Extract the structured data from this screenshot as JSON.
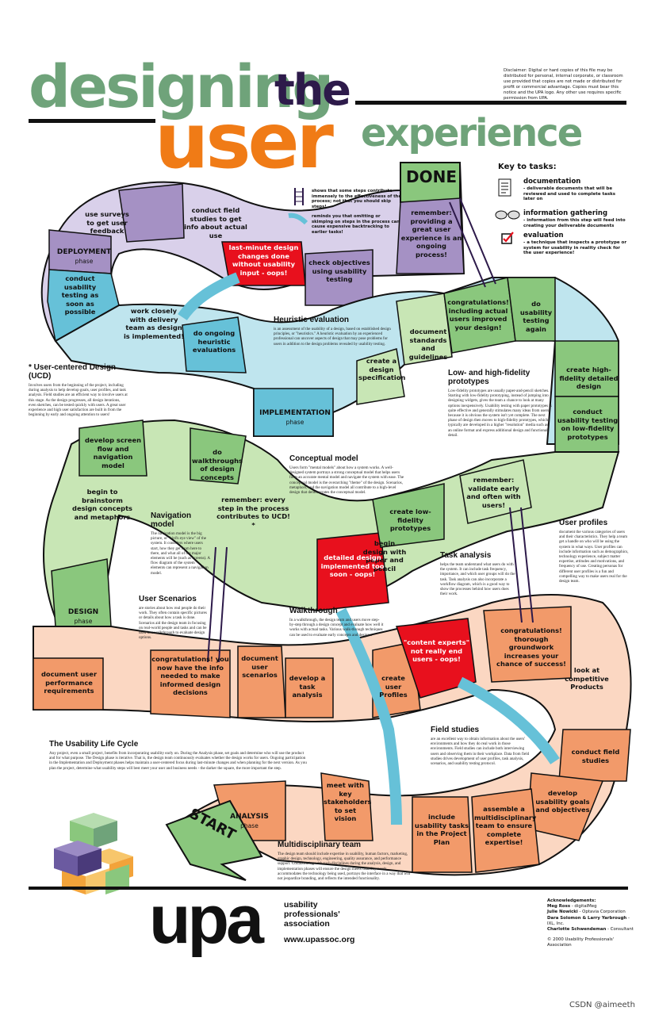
{
  "title": {
    "line1": "designing",
    "the": "the",
    "user": "user",
    "experience": "experience"
  },
  "disclaimer": "Disclaimer: Digital or hard copies of this file may be distributed for personal, internal corporate, or classroom use provided that copies are not made or distributed for profit or commercial advantage. Copies must bear this notice and the UPA logo. Any other use requires specific permission from UPA.",
  "legend": {
    "ladder": "shows that some steps contribute immensely to the effectiveness of the process; not that you should skip steps!",
    "slide": "reminds you that omitting or skimping on steps in the process can cause expensive backtracking to earlier tasks!"
  },
  "key": {
    "title": "Key to tasks:",
    "items": [
      {
        "label": "documentation",
        "desc": "- deliverable documents that will be reviewed and used to complete tasks later on",
        "icon": "document-icon"
      },
      {
        "label": "information gathering",
        "desc": "- information from this step will feed into creating your deliverable documents",
        "icon": "glasses-icon"
      },
      {
        "label": "evaluation",
        "desc": "- a technique that inspects a prototype or system for usability in reality check for the user experience!",
        "icon": "checkbox-icon"
      }
    ]
  },
  "squares": [
    {
      "id": "done",
      "text": "DONE"
    },
    {
      "id": "s1",
      "text": "remember: providing a great user experience is an ongoing process!"
    },
    {
      "id": "s2",
      "text": "check objectives using usability testing"
    },
    {
      "id": "s3",
      "text": "last-minute design changes done without usability input - oops!"
    },
    {
      "id": "s4",
      "text": "conduct field studies to get info about actual use"
    },
    {
      "id": "s5",
      "text": "use surveys to get user feedback"
    },
    {
      "id": "s6",
      "text": "conduct usability testing as soon as possible"
    },
    {
      "id": "s7",
      "text": "work closely with delivery team as design is implemented!"
    },
    {
      "id": "s8",
      "text": "do ongoing heuristic evaluations"
    },
    {
      "id": "s9",
      "text": "create a design specification"
    },
    {
      "id": "s10",
      "text": "document standards and guidelines"
    },
    {
      "id": "s11",
      "text": "congratulations! including actual users improved your design!"
    },
    {
      "id": "s12",
      "text": "do usability testing again"
    },
    {
      "id": "s13",
      "text": "create high-fidelity detailed design"
    },
    {
      "id": "s14",
      "text": "conduct usability testing on low-fidelity prototypes"
    },
    {
      "id": "s15",
      "text": "remember: validate early and often with users!"
    },
    {
      "id": "s16",
      "text": "create low-fidelity prototypes"
    },
    {
      "id": "s17",
      "text": "begin design with paper and pencil"
    },
    {
      "id": "s18",
      "text": "detailed design implemented too soon - oops!"
    },
    {
      "id": "s19",
      "text": "remember: every step in the process contributes to UCD! *"
    },
    {
      "id": "s20",
      "text": "do walkthroughs of design concepts"
    },
    {
      "id": "s21",
      "text": "develop screen flow and navigation model"
    },
    {
      "id": "s22",
      "text": "begin to brainstorm design concepts and metaphors"
    },
    {
      "id": "s23",
      "text": "document user performance requirements"
    },
    {
      "id": "s24",
      "text": "congratulations! you now have the info needed to make informed design decisions"
    },
    {
      "id": "s25",
      "text": "document user scenarios"
    },
    {
      "id": "s26",
      "text": "develop a task analysis"
    },
    {
      "id": "s27",
      "text": "create user Profiles"
    },
    {
      "id": "s28",
      "text": "\"content experts\" not really end users - oops!"
    },
    {
      "id": "s29",
      "text": "congratulations! thorough groundwork increases your chance of success!"
    },
    {
      "id": "s30",
      "text": "look at competitive Products"
    },
    {
      "id": "s31",
      "text": "conduct field studies"
    },
    {
      "id": "s32",
      "text": "develop usability goals and objectives"
    },
    {
      "id": "s33",
      "text": "assemble a multidisciplinary team to ensure complete expertise!"
    },
    {
      "id": "s34",
      "text": "include usability tasks in the Project Plan"
    },
    {
      "id": "s35",
      "text": "meet with key stakeholders to set vision"
    },
    {
      "id": "start",
      "text": "START"
    }
  ],
  "phases": [
    {
      "name": "DEPLOYMENT",
      "sub": "phase"
    },
    {
      "name": "IMPLEMENTATION",
      "sub": "phase"
    },
    {
      "name": "DESIGN",
      "sub": "phase"
    },
    {
      "name": "ANALYSIS",
      "sub": "phase"
    }
  ],
  "sidebars": [
    {
      "id": "ucd",
      "title": "* User-centered Design (UCD)",
      "body": "Involves users from the beginning of the project, including during analysis to help develop goals, user profiles, and task analysis. Field studies are an efficient way to involve users at this stage. As the design progresses, all design iterations, even sketches, can be tested quickly with users. A great user experience and high user satisfaction are built in from the beginning by early and ongoing attention to users!"
    },
    {
      "id": "heur",
      "title": "Heuristic evaluation",
      "body": "is an assessment of the usability of a design, based on established design principles, or \"heuristics.\" A heuristic evaluation by an experienced professional can uncover aspects of design that may pose problems for users in addition to the design problems revealed by usability testing."
    },
    {
      "id": "proto",
      "title": "Low- and high-fidelity prototypes",
      "body": "Low-fidelity prototypes are usually paper-and-pencil sketches. Starting with low-fidelity prototyping, instead of jumping into designing widgets, gives the team a chance to look at many options inexpensively. Usability testing with paper prototypes is quite effective and generally stimulates many ideas from users, because it is obvious the system isn't yet complete. The next phase of design then moves to high-fidelity prototypes, which typically are developed in a higher \"resolution\" media such as an online format and express additional design and functional detail."
    },
    {
      "id": "concept",
      "title": "Conceptual model",
      "body": "Users form \"mental models\" about how a system works. A well-designed system portrays a strong conceptual model that helps users form an accurate mental model and navigate the system with ease. The conceptual model is the overarching \"theme\" of the design. Scenarios, metaphors, and the navigation model all contribute to a high-level design that demonstrates the conceptual model."
    },
    {
      "id": "nav",
      "title": "Navigation model",
      "body": "The navigation model is the big picture, or \"bird's eye view\" of the system. It considers where users start, how they get from here to there, and what all of the major elements will be (such as screens). A flow diagram of the system elements can represent a navigation model."
    },
    {
      "id": "profiles",
      "title": "User profiles",
      "body": "document the various categories of users and their characteristics. They help a team get a handle on who will be using the system in what ways. User profiles can include information such as demographics, technology experience, subject matter expertise, attitudes and motivations, and frequency of use. Creating personas for different user profiles is a fun and compelling way to make users real for the design team."
    },
    {
      "id": "task",
      "title": "Task analysis",
      "body": "helps the team understand what users do with the system. It can include task frequency, importance, and which user groups will do the task. Task analysis can also incorporate a workflow diagram, which is a good way to show the processes behind how users does their work."
    },
    {
      "id": "scen",
      "title": "User Scenarios",
      "body": "are stories about how real people do their work. They often contain specific pictures or details about how a task is done. Scenarios aid the design team in focusing on real-world people and tasks and can be used in a walkthrough to evaluate design options."
    },
    {
      "id": "walk",
      "title": "Walkthrough",
      "body": "In a walkthrough, the design team and users move step-by-step through a design concept and evaluate how well it works with actual tasks. Various walk-through techniques can be used to evaluate early concepts and designs."
    },
    {
      "id": "field",
      "title": "Field studies",
      "body": "are an excellent way to obtain information about the users' environments and how they do real work in those environments. Field studies can include both interviewing users and observing them in their workplace. Data from field studies drives development of user profiles, task analysis, scenarios, and usability testing protocol."
    },
    {
      "id": "cycle",
      "title": "The Usability Life Cycle",
      "body": "Any project, even a small project, benefits from incorporating usability early on. During the Analysis phase, set goals and determine who will use the product and for what purpose. The Design phase is iterative. That is, the design team continuously evaluates whether the design works for users. Ongoing participation in the Implementation and Deployment phases helps maintain a user-centered focus during last-minute changes and when planning for the next version. As you plan the project, determine what usability steps will best meet your user and business needs - the darker the square, the more important the step."
    },
    {
      "id": "multi",
      "title": "Multidisciplinary team",
      "body": "The design team should include expertise in usability, human factors, marketing, graphic design, technology, engineering, quality assurance, and performance support. Collaborating with such disciplines during the analysis, design, and implementation phases will ensure the design meets usability needs, accommodates the technology being used, portrays the interface in a way that will not jeopardize branding, and reflects the intended functionality."
    }
  ],
  "footer": {
    "logo": "upa",
    "org1": "usability",
    "org2": "professionals'",
    "org3": "association",
    "url": "www.upassoc.org",
    "ack_title": "Acknowledgements:",
    "ack": [
      {
        "name": "Meg Ross",
        "org": " - digitalMeg"
      },
      {
        "name": "Julie Nowicki",
        "org": " - Optavia Corporation"
      },
      {
        "name": "Dara Solomon & Larry Yarbrough",
        "org": " - IXL, Inc."
      },
      {
        "name": "Charlotte Schwendeman",
        "org": " - Consultant"
      }
    ],
    "copyright": "© 2000 Usability Professionals' Association",
    "watermark": "CSDN @aimeeth"
  },
  "colors": {
    "green": "#6fa37a",
    "orange": "#f07b16",
    "dark": "#2d1a4a",
    "purple": "#a591c4",
    "lilac": "#d9d0ea",
    "blue": "#66c1d8",
    "lightblue": "#bfe5ee",
    "green1": "#8ac77d",
    "green2": "#c8e6b5",
    "peach": "#f29a6a",
    "peach2": "#fbd7c2",
    "red": "#e8101d"
  }
}
